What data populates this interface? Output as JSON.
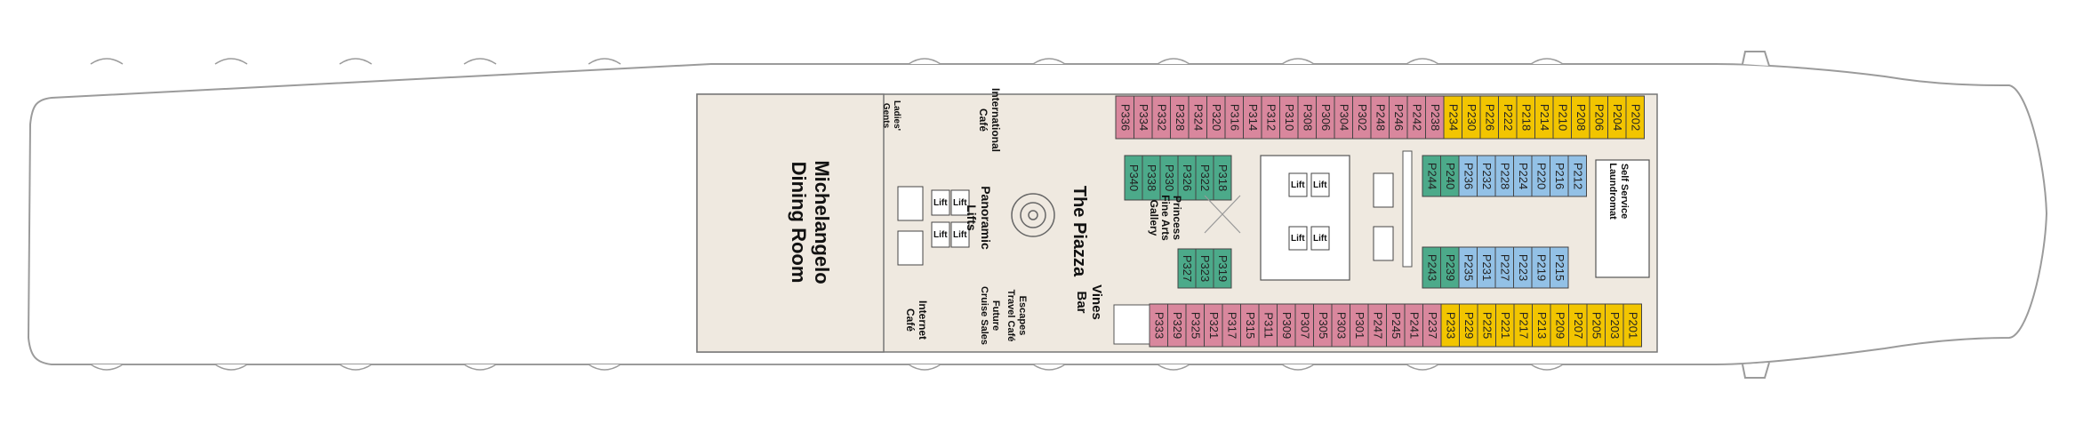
{
  "colors": {
    "hull_fill": "#ffffff",
    "hull_stroke": "#9b9b9b",
    "deck_fill": "#efe9e0",
    "pink": "#d9879d",
    "yellow": "#f2c500",
    "teal": "#4caa8a",
    "blue": "#93c1e6",
    "outline": "#444444"
  },
  "cabins": {
    "top_row": [
      {
        "id": "P336",
        "color": "pink"
      },
      {
        "id": "P334",
        "color": "pink"
      },
      {
        "id": "P332",
        "color": "pink"
      },
      {
        "id": "P328",
        "color": "pink"
      },
      {
        "id": "P324",
        "color": "pink"
      },
      {
        "id": "P320",
        "color": "pink"
      },
      {
        "id": "P316",
        "color": "pink"
      },
      {
        "id": "P314",
        "color": "pink"
      },
      {
        "id": "P312",
        "color": "pink"
      },
      {
        "id": "P310",
        "color": "pink"
      },
      {
        "id": "P308",
        "color": "pink"
      },
      {
        "id": "P306",
        "color": "pink"
      },
      {
        "id": "P304",
        "color": "pink"
      },
      {
        "id": "P302",
        "color": "pink"
      },
      {
        "id": "P248",
        "color": "pink"
      },
      {
        "id": "P246",
        "color": "pink"
      },
      {
        "id": "P242",
        "color": "pink"
      },
      {
        "id": "P238",
        "color": "pink"
      },
      {
        "id": "P234",
        "color": "yellow"
      },
      {
        "id": "P230",
        "color": "yellow"
      },
      {
        "id": "P226",
        "color": "yellow"
      },
      {
        "id": "P222",
        "color": "yellow"
      },
      {
        "id": "P218",
        "color": "yellow"
      },
      {
        "id": "P214",
        "color": "yellow"
      },
      {
        "id": "P210",
        "color": "yellow"
      },
      {
        "id": "P208",
        "color": "yellow"
      },
      {
        "id": "P206",
        "color": "yellow"
      },
      {
        "id": "P204",
        "color": "yellow"
      },
      {
        "id": "P202",
        "color": "yellow"
      }
    ],
    "bottom_row": [
      {
        "id": "P333",
        "color": "pink"
      },
      {
        "id": "P329",
        "color": "pink"
      },
      {
        "id": "P325",
        "color": "pink"
      },
      {
        "id": "P321",
        "color": "pink"
      },
      {
        "id": "P317",
        "color": "pink"
      },
      {
        "id": "P315",
        "color": "pink"
      },
      {
        "id": "P311",
        "color": "pink"
      },
      {
        "id": "P309",
        "color": "pink"
      },
      {
        "id": "P307",
        "color": "pink"
      },
      {
        "id": "P305",
        "color": "pink"
      },
      {
        "id": "P303",
        "color": "pink"
      },
      {
        "id": "P301",
        "color": "pink"
      },
      {
        "id": "P247",
        "color": "pink"
      },
      {
        "id": "P245",
        "color": "pink"
      },
      {
        "id": "P241",
        "color": "pink"
      },
      {
        "id": "P237",
        "color": "pink"
      },
      {
        "id": "P233",
        "color": "yellow"
      },
      {
        "id": "P229",
        "color": "yellow"
      },
      {
        "id": "P225",
        "color": "yellow"
      },
      {
        "id": "P221",
        "color": "yellow"
      },
      {
        "id": "P217",
        "color": "yellow"
      },
      {
        "id": "P213",
        "color": "yellow"
      },
      {
        "id": "P209",
        "color": "yellow"
      },
      {
        "id": "P207",
        "color": "yellow"
      },
      {
        "id": "P205",
        "color": "yellow"
      },
      {
        "id": "P203",
        "color": "yellow"
      },
      {
        "id": "P201",
        "color": "yellow"
      }
    ],
    "inner_top_aft": [
      {
        "id": "P340",
        "color": "teal"
      },
      {
        "id": "P338",
        "color": "teal"
      },
      {
        "id": "P330",
        "color": "teal"
      },
      {
        "id": "P326",
        "color": "teal"
      },
      {
        "id": "P322",
        "color": "teal"
      },
      {
        "id": "P318",
        "color": "teal"
      }
    ],
    "inner_bottom_aft": [
      {
        "id": "P327",
        "color": "teal"
      },
      {
        "id": "P323",
        "color": "teal"
      },
      {
        "id": "P319",
        "color": "teal"
      }
    ],
    "inner_top_fwd": [
      {
        "id": "P244",
        "color": "teal"
      },
      {
        "id": "P240",
        "color": "teal"
      },
      {
        "id": "P236",
        "color": "blue"
      },
      {
        "id": "P232",
        "color": "blue"
      },
      {
        "id": "P228",
        "color": "blue"
      },
      {
        "id": "P224",
        "color": "blue"
      },
      {
        "id": "P220",
        "color": "blue"
      },
      {
        "id": "P216",
        "color": "blue"
      },
      {
        "id": "P212",
        "color": "blue"
      }
    ],
    "inner_bottom_fwd": [
      {
        "id": "P243",
        "color": "teal"
      },
      {
        "id": "P239",
        "color": "teal"
      },
      {
        "id": "P235",
        "color": "blue"
      },
      {
        "id": "P231",
        "color": "blue"
      },
      {
        "id": "P227",
        "color": "blue"
      },
      {
        "id": "P223",
        "color": "blue"
      },
      {
        "id": "P219",
        "color": "blue"
      },
      {
        "id": "P215",
        "color": "blue"
      }
    ]
  },
  "labels": {
    "dining_1": "Michelangelo",
    "dining_2": "Dining Room",
    "ladies_1": "Ladies'",
    "ladies_2": "Gents",
    "intl_1": "International",
    "intl_2": "Café",
    "panoramic_1": "Panoramic",
    "panoramic_2": "Lifts",
    "internet_1": "Internet",
    "internet_2": "Café",
    "future_1": "Future",
    "future_2": "Cruise Sales",
    "escapes_1": "Escapes",
    "escapes_2": "Travel Café",
    "piazza": "The Piazza",
    "vines_1": "Vines",
    "vines_2": "Bar",
    "gallery_1": "Princess",
    "gallery_2": "Fine Arts",
    "gallery_3": "Gallery",
    "laundry_1": "Self Service",
    "laundry_2": "Laundromat",
    "lift": "Lift"
  }
}
